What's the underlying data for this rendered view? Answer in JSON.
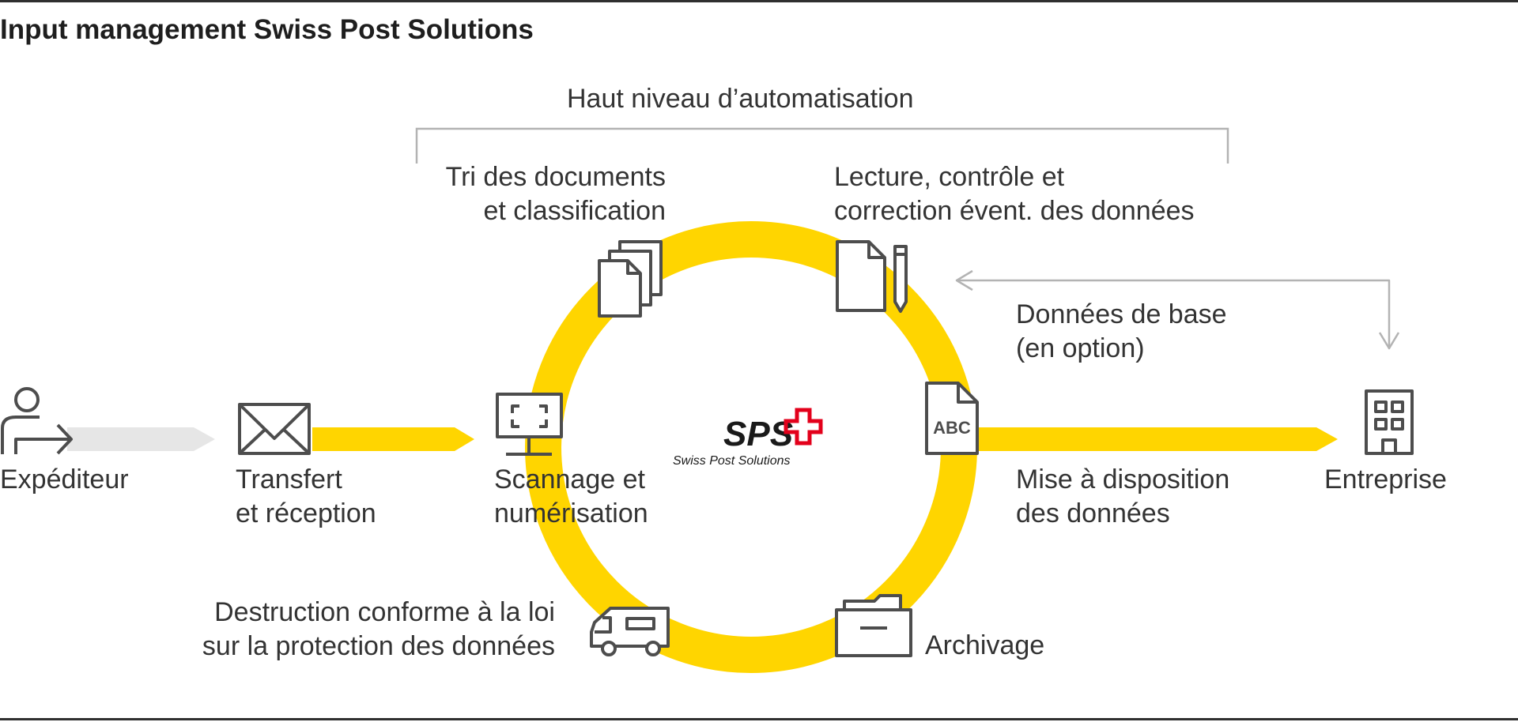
{
  "title": "Input management Swiss Post Solutions",
  "automation": {
    "label": "Haut niveau d’automatisation"
  },
  "logo": {
    "text": "SPS",
    "subtitle": "Swiss Post Solutions",
    "cross_color": "#e3001b"
  },
  "colors": {
    "accent_yellow": "#ffd500",
    "icon_gray": "#4d4d4d",
    "arrow_gray": "#b3b3b3",
    "band_light": "#e6e6e6"
  },
  "steps": {
    "sender": {
      "icon": "person-arrow-icon",
      "line1": "Expéditeur"
    },
    "transfer": {
      "icon": "envelope-icon",
      "line1": "Transfert",
      "line2": "et réception"
    },
    "scan": {
      "icon": "monitor-scan-icon",
      "line1": "Scannage et",
      "line2": "numérisation"
    },
    "sort": {
      "icon": "documents-stack-icon",
      "line1": "Tri des documents",
      "line2": "et classification"
    },
    "read": {
      "icon": "document-pen-icon",
      "line1": "Lecture, contrôle et",
      "line2": "correction évent. des données"
    },
    "masterdata": {
      "line1": "Données de base",
      "line2": "(en option)"
    },
    "extract": {
      "icon": "abc-document-icon",
      "glyph": "ABC"
    },
    "provision": {
      "line1": "Mise à disposition",
      "line2": "des données"
    },
    "company": {
      "icon": "office-building-icon",
      "line1": "Entreprise"
    },
    "archive": {
      "icon": "archive-box-icon",
      "line1": "Archivage"
    },
    "destroy": {
      "icon": "delivery-truck-icon",
      "line1": "Destruction conforme à la loi",
      "line2": "sur la protection des données"
    }
  }
}
